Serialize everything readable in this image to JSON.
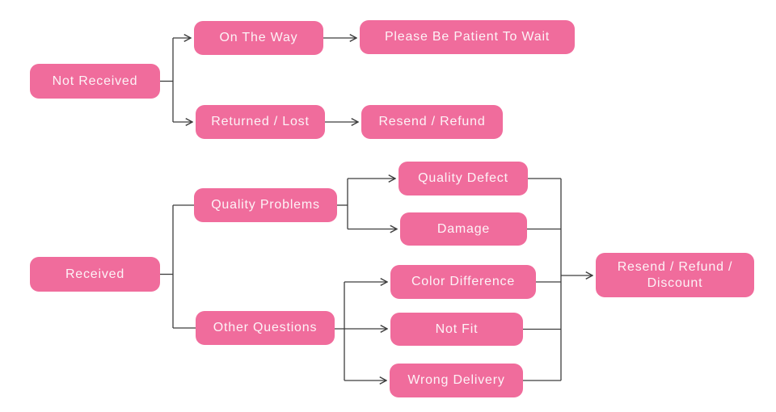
{
  "diagram": {
    "type": "flowchart",
    "colors": {
      "node_fill": "#f06c9c",
      "node_text": "#fdf3f7",
      "connector": "#3d3d3d",
      "background": "#ffffff"
    },
    "nodes": {
      "not_received": {
        "label": "Not Received"
      },
      "on_the_way": {
        "label": "On The Way"
      },
      "please_be_patient": {
        "label": "Please Be Patient To Wait"
      },
      "returned_lost": {
        "label": "Returned / Lost"
      },
      "resend_refund": {
        "label": "Resend / Refund"
      },
      "received": {
        "label": "Received"
      },
      "quality_problems": {
        "label": "Quality Problems"
      },
      "other_questions": {
        "label": "Other Questions"
      },
      "quality_defect": {
        "label": "Quality Defect"
      },
      "damage": {
        "label": "Damage"
      },
      "color_difference": {
        "label": "Color Difference"
      },
      "not_fit": {
        "label": "Not Fit"
      },
      "wrong_delivery": {
        "label": "Wrong Delivery"
      },
      "resend_refund_discount": {
        "label": "Resend / Refund / Discount"
      }
    },
    "edges": [
      {
        "from": "not_received",
        "to": "on_the_way",
        "arrow": true
      },
      {
        "from": "not_received",
        "to": "returned_lost",
        "arrow": true
      },
      {
        "from": "on_the_way",
        "to": "please_be_patient",
        "arrow": true
      },
      {
        "from": "returned_lost",
        "to": "resend_refund",
        "arrow": true
      },
      {
        "from": "received",
        "to": "quality_problems",
        "arrow": false
      },
      {
        "from": "received",
        "to": "other_questions",
        "arrow": false
      },
      {
        "from": "quality_problems",
        "to": "quality_defect",
        "arrow": true
      },
      {
        "from": "quality_problems",
        "to": "damage",
        "arrow": true
      },
      {
        "from": "other_questions",
        "to": "color_difference",
        "arrow": true
      },
      {
        "from": "other_questions",
        "to": "not_fit",
        "arrow": true
      },
      {
        "from": "other_questions",
        "to": "wrong_delivery",
        "arrow": true
      },
      {
        "from": "quality_defect",
        "to": "resend_refund_discount",
        "arrow": true
      },
      {
        "from": "damage",
        "to": "resend_refund_discount",
        "arrow": true
      },
      {
        "from": "color_difference",
        "to": "resend_refund_discount",
        "arrow": true
      },
      {
        "from": "not_fit",
        "to": "resend_refund_discount",
        "arrow": true
      },
      {
        "from": "wrong_delivery",
        "to": "resend_refund_discount",
        "arrow": true
      }
    ]
  }
}
